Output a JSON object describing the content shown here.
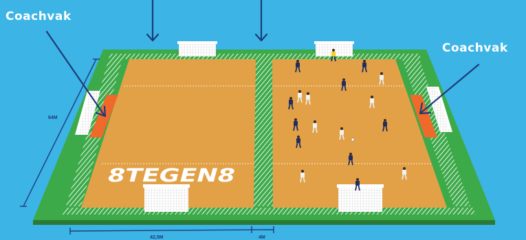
{
  "labels": {
    "coach_left": "Coachvak",
    "coach_right": "Coachvak",
    "match_title": "8TEGEN8",
    "dim_length": "64M",
    "dim_width": "42,5M",
    "dim_zone": "4M"
  },
  "colors": {
    "sky": "#3cb4e6",
    "grass": "#3daa4a",
    "pitch": "#e2a147",
    "coach_box": "#ef6a2a",
    "arrow": "#1e3a78",
    "team_home": "#1f2d63",
    "team_away": "#f2f2f2",
    "keeper": "#f3d21b"
  }
}
